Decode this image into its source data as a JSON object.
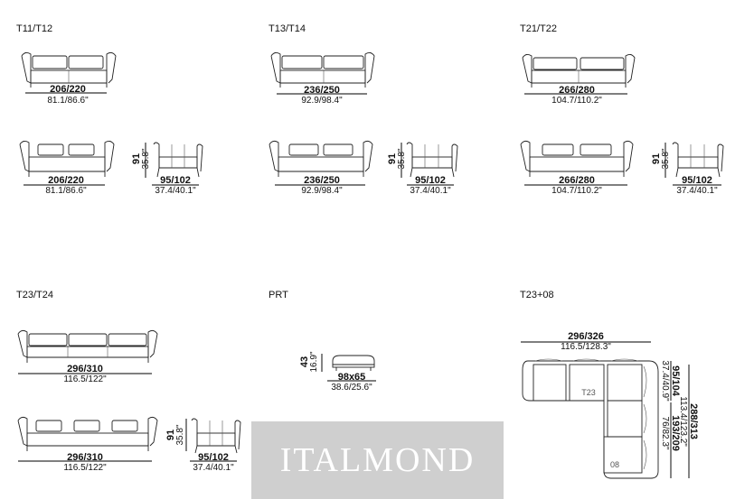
{
  "sections": {
    "t11": {
      "code": "T11/T12",
      "front1_width": "206/220",
      "front1_inch": "81.1/86.6\"",
      "front2_width": "206/220",
      "front2_inch": "81.1/86.6\"",
      "height_cm": "91",
      "height_in": "35.8\"",
      "side_depth": "95/102",
      "side_inch": "37.4/40.1\""
    },
    "t13": {
      "code": "T13/T14",
      "front1_width": "236/250",
      "front1_inch": "92.9/98.4\"",
      "front2_width": "236/250",
      "front2_inch": "92.9/98.4\"",
      "height_cm": "91",
      "height_in": "35.8\"",
      "side_depth": "95/102",
      "side_inch": "37.4/40.1\""
    },
    "t21": {
      "code": "T21/T22",
      "front1_width": "266/280",
      "front1_inch": "104.7/110.2\"",
      "front2_width": "266/280",
      "front2_inch": "104.7/110.2\"",
      "height_cm": "91",
      "height_in": "35.8\"",
      "side_depth": "95/102",
      "side_inch": "37.4/40.1\""
    },
    "t23": {
      "code": "T23/T24",
      "front1_width": "296/310",
      "front1_inch": "116.5/122\"",
      "front2_width": "296/310",
      "front2_inch": "116.5/122\"",
      "height_cm": "91",
      "height_in": "35.8\"",
      "side_depth": "95/102",
      "side_inch": "37.4/40.1\""
    },
    "prt": {
      "code": "PRT",
      "height_cm": "43",
      "height_in": "16.9\"",
      "size": "98x65",
      "size_inch": "38.6/25.6\""
    },
    "t2308": {
      "code": "T23+08",
      "top_width": "296/326",
      "top_inch": "116.5/128.3\"",
      "depth_cm": "95/104",
      "depth_in": "37.4/40.9\"",
      "long_cm": "193/209",
      "long_in": "76/82.3\"",
      "total_cm": "288/313",
      "total_in": "113.4/123.2\"",
      "module_a": "T23",
      "module_b": "08"
    }
  },
  "watermark": "ITALMOND"
}
